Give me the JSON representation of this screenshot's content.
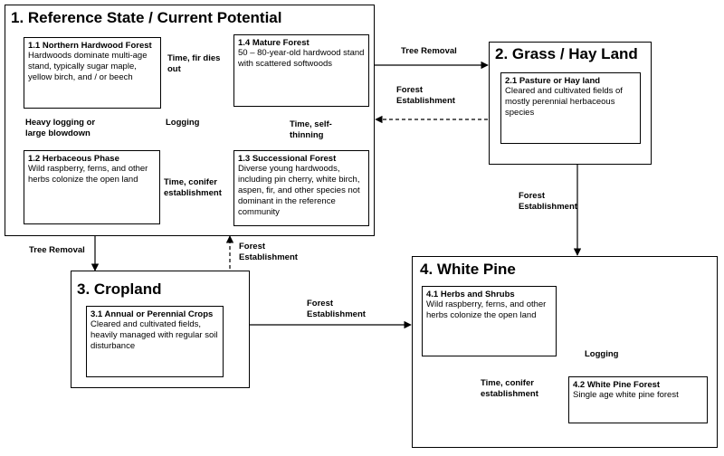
{
  "states": {
    "s1": {
      "title": "1. Reference State / Current Potential"
    },
    "s2": {
      "title": "2. Grass / Hay Land"
    },
    "s3": {
      "title": "3. Cropland"
    },
    "s4": {
      "title": "4. White Pine"
    }
  },
  "phases": {
    "p1_1": {
      "title": "1.1 Northern Hardwood Forest",
      "desc": "Hardwoods dominate multi-age stand, typically sugar maple, yellow birch, and / or beech"
    },
    "p1_2": {
      "title": "1.2 Herbaceous Phase",
      "desc": "Wild raspberry, ferns, and other herbs colonize the open land"
    },
    "p1_3": {
      "title": "1.3 Successional Forest",
      "desc": "Diverse young hardwoods, including pin cherry, white birch, aspen, fir, and other species not dominant in the reference community"
    },
    "p1_4": {
      "title": "1.4 Mature Forest",
      "desc": "50 – 80-year-old hardwood stand with scattered softwoods"
    },
    "p2_1": {
      "title": "2.1 Pasture or Hay land",
      "desc": "Cleared and cultivated fields of mostly perennial herbaceous species"
    },
    "p3_1": {
      "title": "3.1 Annual or Perennial Crops",
      "desc": "Cleared and cultivated fields, heavily managed with regular soil disturbance"
    },
    "p4_1": {
      "title": "4.1 Herbs and Shrubs",
      "desc": "Wild raspberry, ferns, and other herbs colonize the open land"
    },
    "p4_2": {
      "title": "4.2 White Pine Forest",
      "desc": "Single age white pine forest"
    }
  },
  "transitions": {
    "time_fir_dies": "Time, fir dies out",
    "heavy_logging": "Heavy logging or large blowdown",
    "logging_1": "Logging",
    "time_self_thinning": "Time, self-thinning",
    "time_conifer_1": "Time, conifer establishment",
    "tree_removal_1": "Tree Removal",
    "forest_est_1": "Forest Establishment",
    "forest_est_2": "Forest Establishment",
    "tree_removal_2": "Tree Removal",
    "forest_est_3": "Forest Establishment",
    "forest_est_4": "Forest Establishment",
    "logging_2": "Logging",
    "time_conifer_2": "Time, conifer establishment"
  }
}
